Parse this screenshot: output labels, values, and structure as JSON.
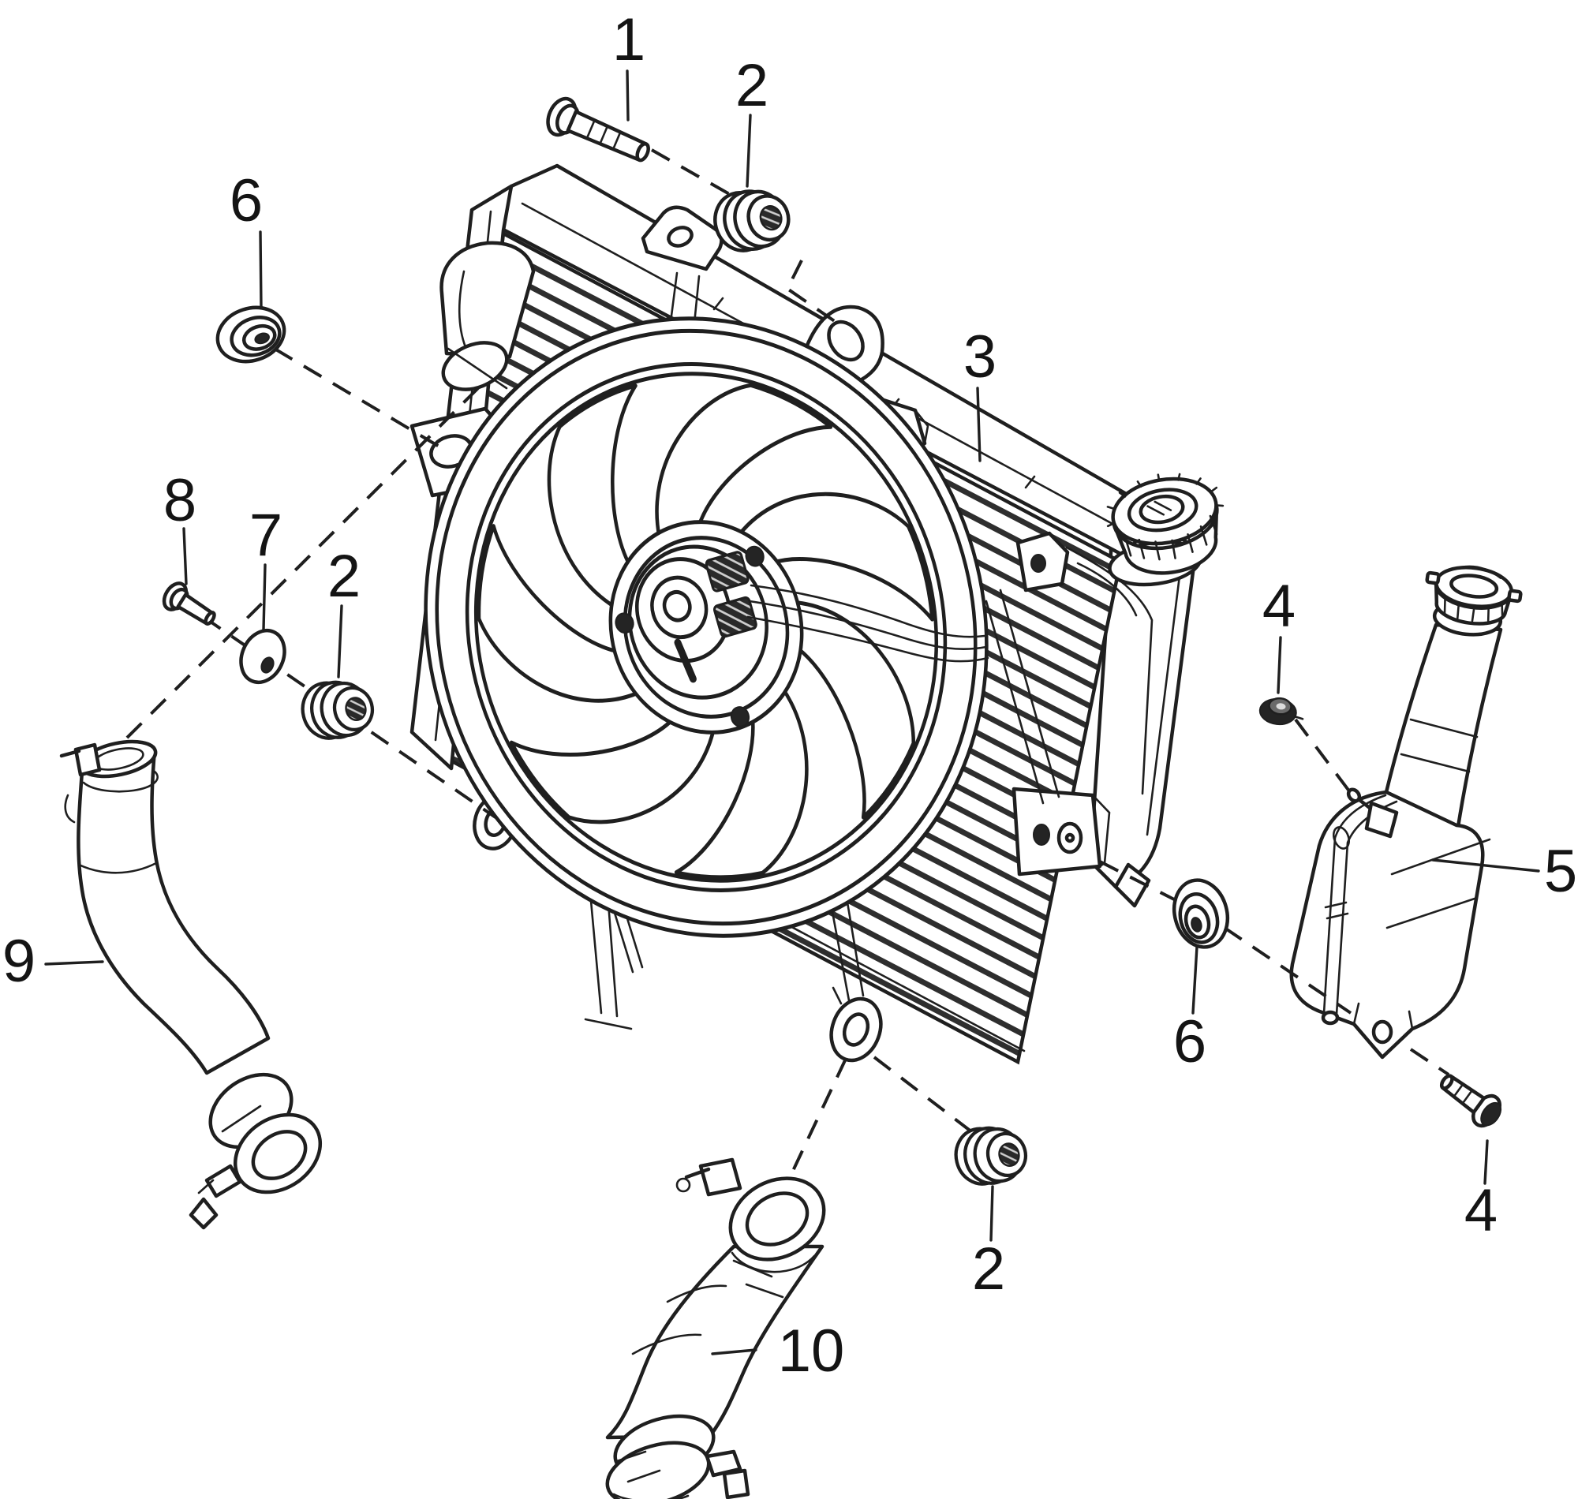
{
  "diagram": {
    "type": "exploded-parts-diagram",
    "subject": "radiator, cooling fan, reservoir tank and hoses",
    "background": "#ffffff",
    "line_color": "#1f1f1f",
    "callouts": {
      "c1": {
        "label": "1"
      },
      "c2_top": {
        "label": "2"
      },
      "c2_left": {
        "label": "2"
      },
      "c2_bottom": {
        "label": "2"
      },
      "c3": {
        "label": "3"
      },
      "c4_top": {
        "label": "4"
      },
      "c4_bottom": {
        "label": "4"
      },
      "c5": {
        "label": "5"
      },
      "c6_left": {
        "label": "6"
      },
      "c6_right": {
        "label": "6"
      },
      "c7": {
        "label": "7"
      },
      "c8": {
        "label": "8"
      },
      "c9": {
        "label": "9"
      },
      "c10": {
        "label": "10"
      }
    }
  }
}
